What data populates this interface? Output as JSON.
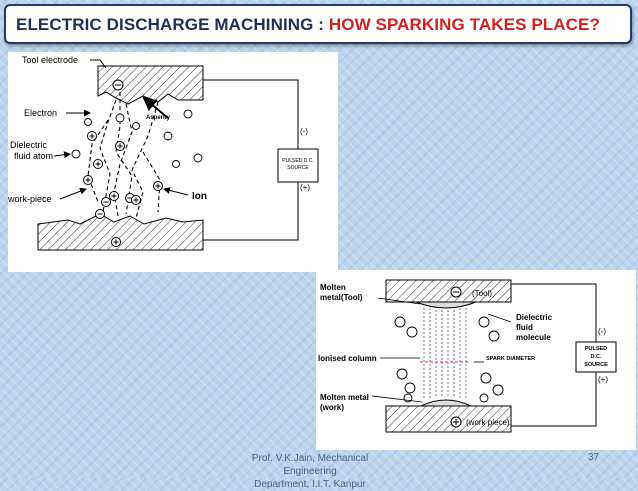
{
  "title": {
    "part1": "ELECTRIC  DISCHARGE  MACHINING : ",
    "part2": "HOW SPARKING  TAKES  PLACE?"
  },
  "diagram1": {
    "labels": {
      "tool_electrode": "Tool electrode",
      "electron": "Electron",
      "asperity": "Asperity",
      "dielectric_fluid_atom_line1": "Dielectric",
      "dielectric_fluid_atom_line2": "fluid atom",
      "work_piece": "work-piece",
      "ion": "Ion",
      "minus": "(-)",
      "plus": "(+)",
      "source_line1": "PULSED D.C.",
      "source_line2": "SOURCE"
    }
  },
  "diagram2": {
    "labels": {
      "molten_tool_line1": "Molten",
      "molten_tool_line2": "metal(Tool)",
      "tool": "(Tool)",
      "dielectric_line1": "Dielectric",
      "dielectric_line2": "fluid",
      "dielectric_line3": "molecule",
      "ionised_column": "Ionised column",
      "spark_diameter": "SPARK DIAMETER",
      "molten_work_line1": "Molten metal",
      "molten_work_line2": "(work)",
      "work_piece": "(work piece)",
      "minus": "(-)",
      "plus": "(+)",
      "source_line1": "PULSED",
      "source_line2": "D.C.",
      "source_line3": "SOURCE"
    }
  },
  "footer": {
    "line1": "Prof. V.K.Jain, Mechanical Engineering",
    "line2": "Department, I.I.T. Kanpur"
  },
  "slide_number": "37"
}
